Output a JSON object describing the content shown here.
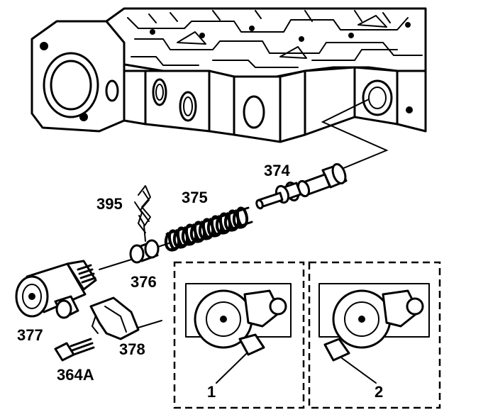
{
  "callouts": {
    "c374": "374",
    "c375": "375",
    "c395": "395",
    "c376": "376",
    "c377": "377",
    "c378": "378",
    "c364a": "364A",
    "view1": "1",
    "view2": "2"
  }
}
